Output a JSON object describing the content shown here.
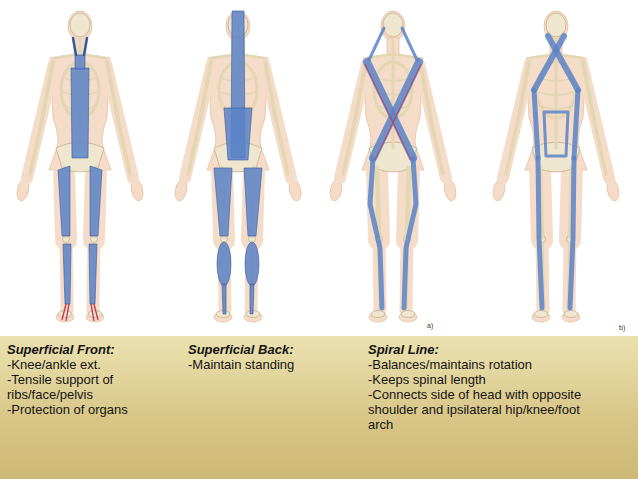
{
  "diagram": {
    "nodes": [
      {
        "text": [
          "Superficial Front:",
          "-Knee/ankle ext.",
          "-Tensile support of ribs/face/pelvis",
          "-Protection of organs",
          "Superficial Back:",
          "-Maintain standing",
          "Spiral Line:",
          "-Balances/maintains rotation",
          "-Keeps spinal length",
          "-Connects side of head with opposite shoulder and ipsilateral hip/knee/foot arch"
        ]
      }
    ],
    "labels": [
      "a)",
      "b)"
    ]
  }
}
